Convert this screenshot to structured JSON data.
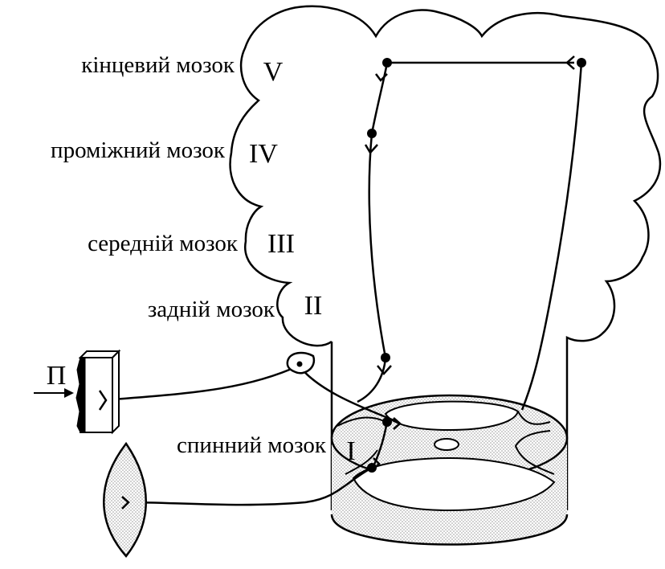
{
  "regions": [
    {
      "id": "telencephalon",
      "label": "кінцевий мозок",
      "numeral": "V"
    },
    {
      "id": "diencephalon",
      "label": "проміжний мозок",
      "numeral": "IV"
    },
    {
      "id": "midbrain",
      "label": "середній мозок",
      "numeral": "III"
    },
    {
      "id": "hindbrain",
      "label": "задній мозок",
      "numeral": "II"
    },
    {
      "id": "spinal-cord",
      "label": "спинний мозок",
      "numeral": "I"
    }
  ],
  "stimulus": {
    "label": "П"
  },
  "colors": {
    "stroke": "#000000",
    "stipple": "#b0b0b0",
    "background": "#ffffff"
  }
}
